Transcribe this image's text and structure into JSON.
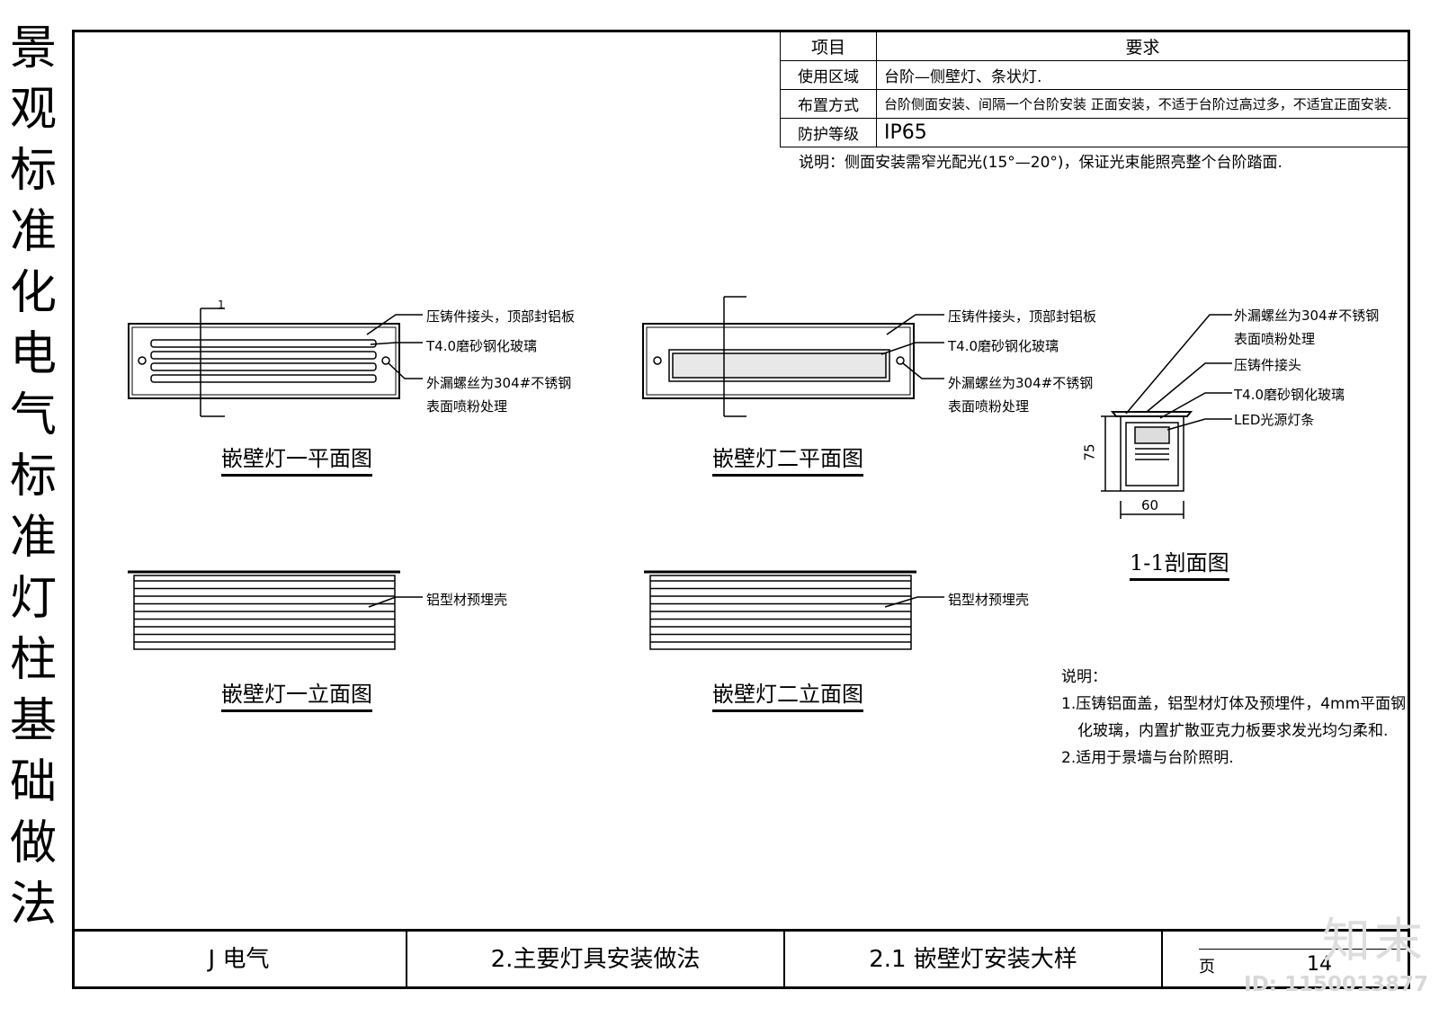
{
  "side_title": [
    "景",
    "观",
    "标",
    "准",
    "化",
    "电",
    "气",
    "标",
    "准",
    "灯",
    "柱",
    "基",
    "础",
    "做",
    "法"
  ],
  "table": {
    "header": [
      "项目",
      "要求"
    ],
    "rows": [
      {
        "k": "使用区域",
        "v": "台阶—侧壁灯、条状灯."
      },
      {
        "k": "布置方式",
        "v": "台阶侧面安装、间隔一个台阶安装 正面安装，不适于台阶过高过多，不适宜正面安装."
      },
      {
        "k": "防护等级",
        "v": "IP65"
      }
    ]
  },
  "top_note": "说明：侧面安装需窄光配光(15°—20°)，保证光束能照亮整个台阶踏面.",
  "labels": {
    "plan1": "嵌壁灯一平面图",
    "plan2": "嵌壁灯二平面图",
    "elev1": "嵌壁灯一立面图",
    "elev2": "嵌壁灯二立面图",
    "section": "1-1剖面图"
  },
  "annotations": {
    "die_cast": "压铸件接头，顶部封铝板",
    "glass": "T4.0磨砂钢化玻璃",
    "screw1": "外漏螺丝为304#不锈钢",
    "screw2": "表面喷粉处理",
    "alu_shell": "铝型材预埋壳",
    "sec_screw1": "外漏螺丝为304#不锈钢",
    "sec_screw2": "表面喷粉处理",
    "sec_joint": "压铸件接头",
    "sec_glass": "T4.0磨砂钢化玻璃",
    "sec_led": "LED光源灯条",
    "section_mark": "1",
    "dim_h": "75",
    "dim_w": "60"
  },
  "description": {
    "title": "说明：",
    "line1": "1.压铸铝面盖，铝型材灯体及预埋件，4mm平面钢",
    "line2": "化玻璃，内置扩散亚克力板要求发光均匀柔和.",
    "line3": "2.适用于景墙与台阶照明."
  },
  "bottom": {
    "c1": "J 电气",
    "c2": "2.主要灯具安装做法",
    "c3": "2.1 嵌壁灯安装大样",
    "page_label": "页",
    "page_no": "14"
  },
  "watermark": "知末",
  "id_text": "ID: 1150013877"
}
